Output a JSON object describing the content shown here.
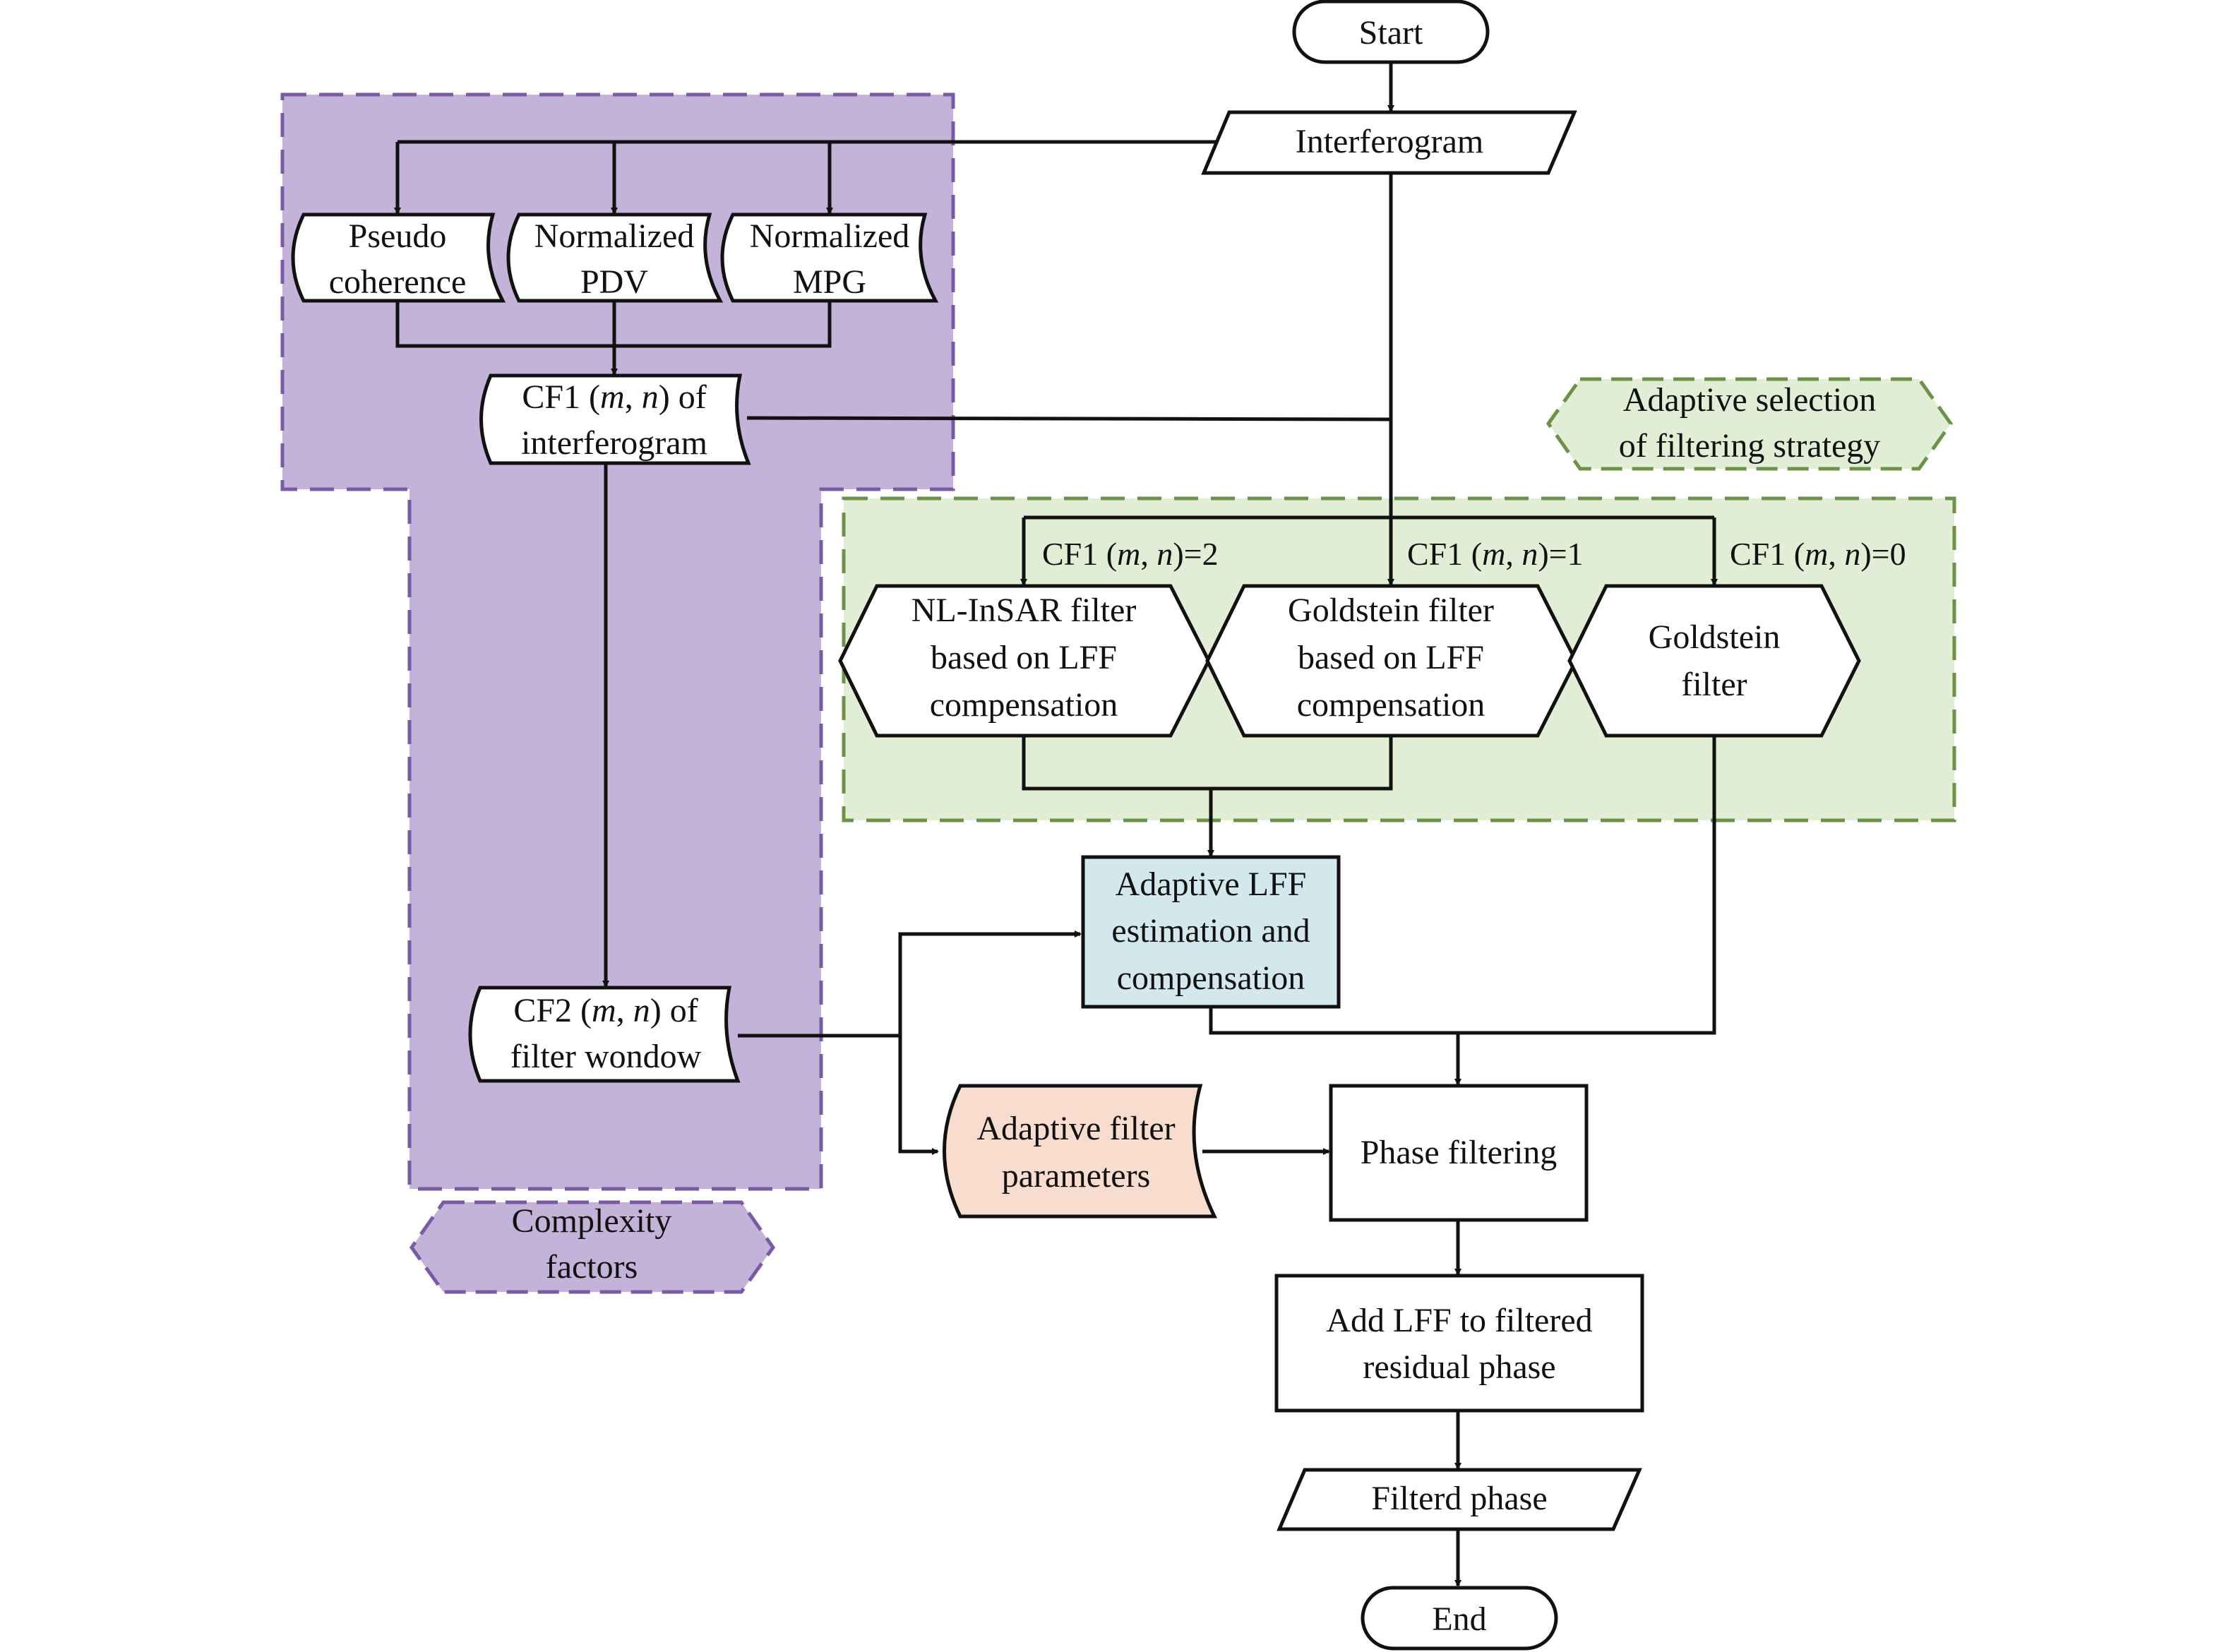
{
  "colors": {
    "complexity_region_fill": "#c3b3d8",
    "complexity_region_border": "#7a5aa6",
    "strategy_region_fill": "#e2edd5",
    "strategy_region_border": "#6b9246",
    "lff_box_fill": "#d3e8ec",
    "params_box_fill": "#f8dccd",
    "line": "#111111"
  },
  "regions": {
    "complexity_factors": [
      "Complexity",
      "factors"
    ],
    "adaptive_selection": [
      "Adaptive selection",
      "of filtering strategy"
    ]
  },
  "nodes": {
    "start": "Start",
    "interferogram": "Interferogram",
    "pseudo_coherence": [
      "Pseudo",
      "coherence"
    ],
    "normalized_pdv": [
      "Normalized",
      "PDV"
    ],
    "normalized_mpg": [
      "Normalized",
      "MPG"
    ],
    "cf1": {
      "prefix": "CF1 (",
      "m": "m",
      "sep": ", ",
      "n": "n",
      "suffix": ") of",
      "line2": "interferogram"
    },
    "cf2": {
      "prefix": "CF2 (",
      "m": "m",
      "sep": ", ",
      "n": "n",
      "suffix": ") of",
      "line2": "filter wondow"
    },
    "nl_insar": [
      "NL-InSAR filter",
      "based on LFF",
      "compensation"
    ],
    "goldstein_lff": [
      "Goldstein filter",
      "based on LFF",
      "compensation"
    ],
    "goldstein": [
      "Goldstein",
      "filter"
    ],
    "adaptive_lff": [
      "Adaptive LFF",
      "estimation and",
      "compensation"
    ],
    "adaptive_params": [
      "Adaptive filter",
      "parameters"
    ],
    "phase_filtering": "Phase filtering",
    "add_lff": [
      "Add LFF to filtered",
      "residual phase"
    ],
    "filtered_phase": "Filterd phase",
    "end": "End"
  },
  "edge_labels": {
    "cf1_eq2": {
      "prefix": "CF1 (",
      "m": "m",
      "sep": ", ",
      "n": "n",
      "suffix": ")=2"
    },
    "cf1_eq1": {
      "prefix": "CF1 (",
      "m": "m",
      "sep": ", ",
      "n": "n",
      "suffix": ")=1"
    },
    "cf1_eq0": {
      "prefix": "CF1 (",
      "m": "m",
      "sep": ", ",
      "n": "n",
      "suffix": ")=0"
    }
  }
}
